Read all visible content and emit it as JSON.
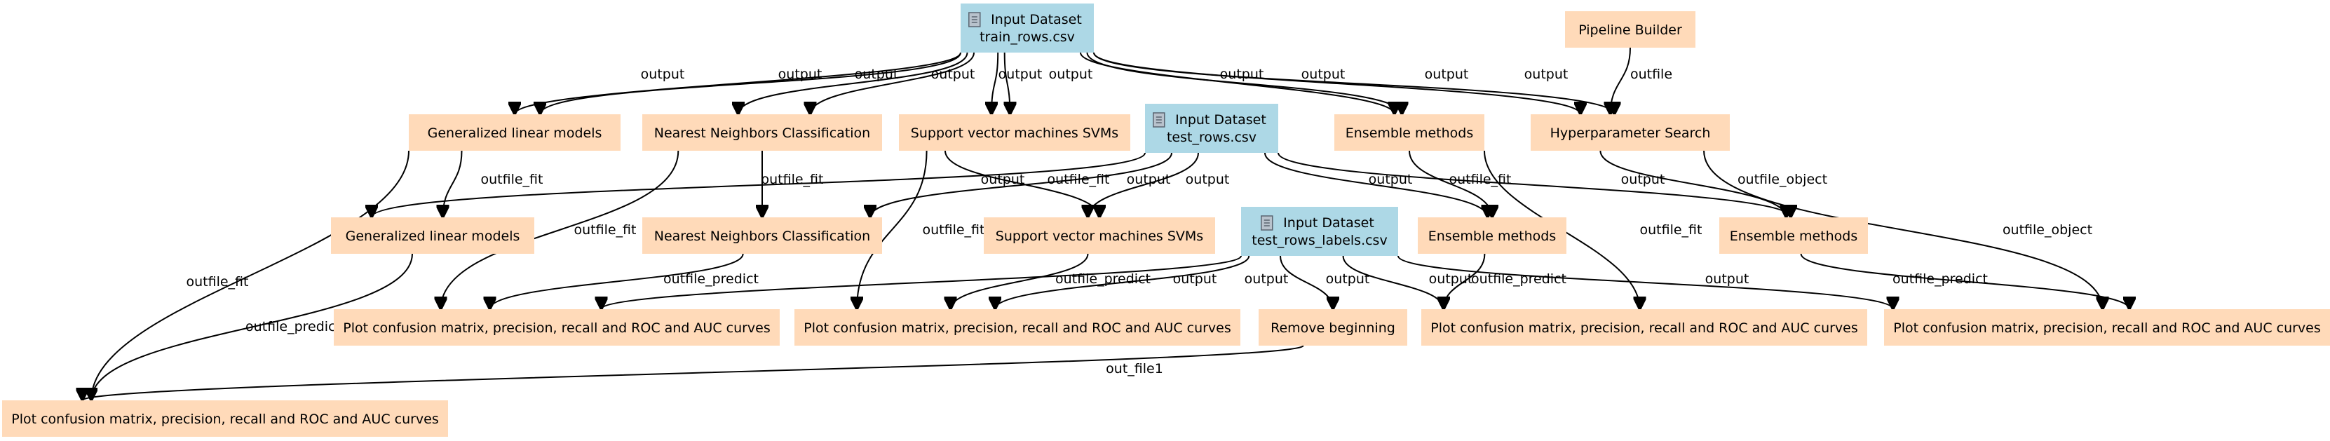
{
  "colors": {
    "input_node": "#add8e6",
    "tool_node": "#ffdab9",
    "edge": "#000000",
    "background": "#ffffff"
  },
  "nodes": [
    {
      "id": "n0",
      "kind": "input",
      "icon": "file-icon",
      "lines": [
        "Input Dataset",
        "train_rows.csv"
      ]
    },
    {
      "id": "n1",
      "kind": "input",
      "icon": "file-icon",
      "lines": [
        "Input Dataset",
        "test_rows.csv"
      ]
    },
    {
      "id": "n2",
      "kind": "input",
      "icon": "file-icon",
      "lines": [
        "Input Dataset",
        "test_rows_labels.csv"
      ]
    },
    {
      "id": "n3",
      "kind": "tool",
      "lines": [
        "Pipeline Builder"
      ]
    },
    {
      "id": "n4",
      "kind": "tool",
      "lines": [
        "Generalized linear models"
      ]
    },
    {
      "id": "n5",
      "kind": "tool",
      "lines": [
        "Nearest Neighbors Classification"
      ]
    },
    {
      "id": "n6",
      "kind": "tool",
      "lines": [
        "Support vector machines SVMs"
      ]
    },
    {
      "id": "n7",
      "kind": "tool",
      "lines": [
        "Ensemble methods"
      ]
    },
    {
      "id": "n8",
      "kind": "tool",
      "lines": [
        "Hyperparameter Search"
      ]
    },
    {
      "id": "n9",
      "kind": "tool",
      "lines": [
        "Generalized linear models"
      ]
    },
    {
      "id": "n10",
      "kind": "tool",
      "lines": [
        "Nearest Neighbors Classification"
      ]
    },
    {
      "id": "n11",
      "kind": "tool",
      "lines": [
        "Support vector machines SVMs"
      ]
    },
    {
      "id": "n12",
      "kind": "tool",
      "lines": [
        "Ensemble methods"
      ]
    },
    {
      "id": "n13",
      "kind": "tool",
      "lines": [
        "Ensemble methods"
      ]
    },
    {
      "id": "n14",
      "kind": "tool",
      "lines": [
        "Plot confusion matrix, precision, recall and ROC and AUC curves"
      ]
    },
    {
      "id": "n15",
      "kind": "tool",
      "lines": [
        "Plot confusion matrix, precision, recall and ROC and AUC curves"
      ]
    },
    {
      "id": "n16",
      "kind": "tool",
      "lines": [
        "Remove beginning"
      ]
    },
    {
      "id": "n17",
      "kind": "tool",
      "lines": [
        "Plot confusion matrix, precision, recall and ROC and AUC curves"
      ]
    },
    {
      "id": "n18",
      "kind": "tool",
      "lines": [
        "Plot confusion matrix, precision, recall and ROC and AUC curves"
      ]
    },
    {
      "id": "n19",
      "kind": "tool",
      "lines": [
        "Plot confusion matrix, precision, recall and ROC and AUC curves"
      ]
    }
  ],
  "edges": [
    {
      "from": "n0",
      "to": "n4",
      "label": "output"
    },
    {
      "from": "n0",
      "to": "n4",
      "label": "output"
    },
    {
      "from": "n0",
      "to": "n5",
      "label": "output"
    },
    {
      "from": "n0",
      "to": "n5",
      "label": "output"
    },
    {
      "from": "n0",
      "to": "n6",
      "label": "output"
    },
    {
      "from": "n0",
      "to": "n6",
      "label": "output"
    },
    {
      "from": "n0",
      "to": "n7",
      "label": "output"
    },
    {
      "from": "n0",
      "to": "n7",
      "label": "output"
    },
    {
      "from": "n0",
      "to": "n8",
      "label": "output"
    },
    {
      "from": "n0",
      "to": "n8",
      "label": "output"
    },
    {
      "from": "n3",
      "to": "n8",
      "label": "outfile"
    },
    {
      "from": "n4",
      "to": "n9",
      "label": "outfile_fit"
    },
    {
      "from": "n4",
      "to": "n19",
      "label": "outfile_fit"
    },
    {
      "from": "n5",
      "to": "n10",
      "label": "outfile_fit"
    },
    {
      "from": "n5",
      "to": "n14",
      "label": "outfile_fit"
    },
    {
      "from": "n6",
      "to": "n11",
      "label": "outfile_fit"
    },
    {
      "from": "n6",
      "to": "n15",
      "label": "outfile_fit"
    },
    {
      "from": "n7",
      "to": "n12",
      "label": "outfile_fit"
    },
    {
      "from": "n7",
      "to": "n17",
      "label": "outfile_fit"
    },
    {
      "from": "n8",
      "to": "n13",
      "label": "outfile_object"
    },
    {
      "from": "n8",
      "to": "n18",
      "label": "outfile_object"
    },
    {
      "from": "n1",
      "to": "n9",
      "label": "output"
    },
    {
      "from": "n1",
      "to": "n10",
      "label": "output"
    },
    {
      "from": "n1",
      "to": "n11",
      "label": "output"
    },
    {
      "from": "n1",
      "to": "n12",
      "label": "output"
    },
    {
      "from": "n1",
      "to": "n13",
      "label": "output"
    },
    {
      "from": "n9",
      "to": "n19",
      "label": "outfile_predict"
    },
    {
      "from": "n10",
      "to": "n14",
      "label": "outfile_predict"
    },
    {
      "from": "n11",
      "to": "n15",
      "label": "outfile_predict"
    },
    {
      "from": "n12",
      "to": "n17",
      "label": "outfile_predict"
    },
    {
      "from": "n13",
      "to": "n18",
      "label": "outfile_predict"
    },
    {
      "from": "n2",
      "to": "n14",
      "label": "output"
    },
    {
      "from": "n2",
      "to": "n15",
      "label": "output"
    },
    {
      "from": "n2",
      "to": "n16",
      "label": "output"
    },
    {
      "from": "n2",
      "to": "n17",
      "label": "output"
    },
    {
      "from": "n2",
      "to": "n18",
      "label": "output"
    },
    {
      "from": "n16",
      "to": "n19",
      "label": "out_file1"
    }
  ]
}
